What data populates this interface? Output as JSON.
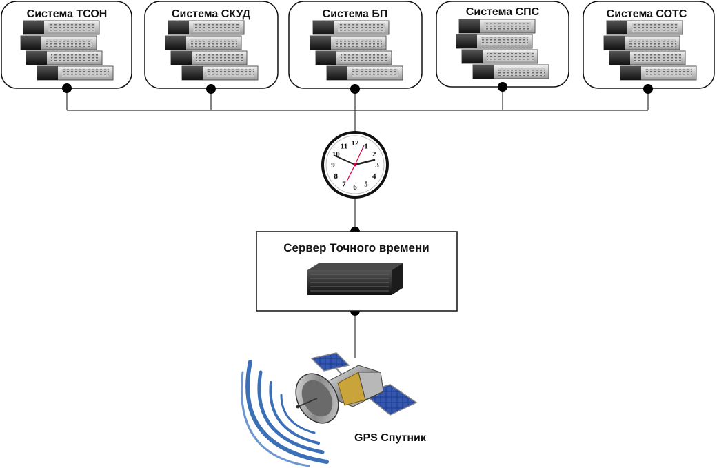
{
  "systems": [
    {
      "label": "Система ТСОН"
    },
    {
      "label": "Система СКУД"
    },
    {
      "label": "Система БП"
    },
    {
      "label": "Система СПС"
    },
    {
      "label": "Система СОТС"
    }
  ],
  "clock": {
    "numerals": [
      "12",
      "1",
      "2",
      "3",
      "4",
      "5",
      "6",
      "7",
      "8",
      "9",
      "10",
      "11"
    ]
  },
  "time_server": {
    "label": "Сервер Точного времени"
  },
  "satellite": {
    "label": "GPS Спутник"
  },
  "colors": {
    "line": "#333333",
    "node": "#000000",
    "signal": "#3b6fb6",
    "panel": "#2b3f8f"
  }
}
